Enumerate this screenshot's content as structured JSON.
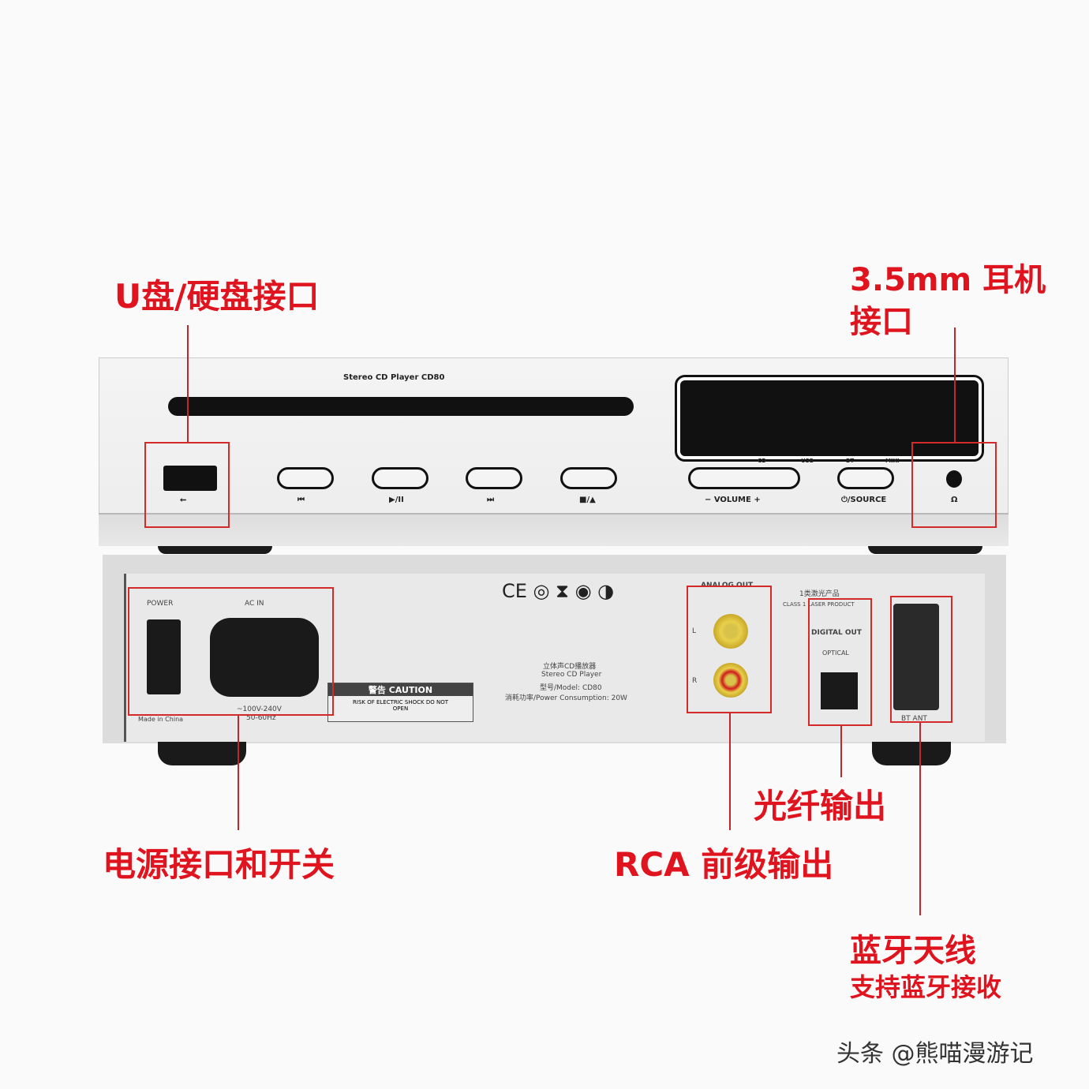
{
  "annotations": {
    "usb": "U盘/硬盘接口",
    "headphone_line1": "3.5mm 耳机",
    "headphone_line2": "接口",
    "power": "电源接口和开关",
    "rca": "RCA 前级输出",
    "optical": "光纤输出",
    "bt_line1": "蓝牙天线",
    "bt_line2": "支持蓝牙接收"
  },
  "front": {
    "model": "Stereo CD Player CD80",
    "buttons": [
      "⏮",
      "▶/II",
      "⏭",
      "■/▲"
    ],
    "volume": "−  VOLUME  +",
    "source": "⏻/SOURCE",
    "source_modes": [
      "CD",
      "USB",
      "BT",
      "MIXI"
    ]
  },
  "rear": {
    "power": "POWER",
    "ac_in": "AC IN",
    "voltage": "~100V-240V",
    "freq": "50-60Hz",
    "made": "Made in China",
    "caution": "警告  CAUTION",
    "caution_text": "RISK OF ELECTRIC SHOCK DO NOT OPEN",
    "product_cn": "立体声CD播放器",
    "product": "Stereo CD Player",
    "model": "型号/Model: CD80",
    "power_consumption": "消耗功率/Power Consumption: 20W",
    "analog": "ANALOG OUT",
    "l": "L",
    "r": "R",
    "laser_cn": "1类激光产品",
    "laser": "CLASS 1 LASER PRODUCT",
    "digital": "DIGITAL OUT",
    "optical": "OPTICAL",
    "bt_ant": "BT ANT"
  },
  "watermark": "头条 @熊喵漫游记",
  "colors": {
    "annotation": "#e0141e"
  }
}
